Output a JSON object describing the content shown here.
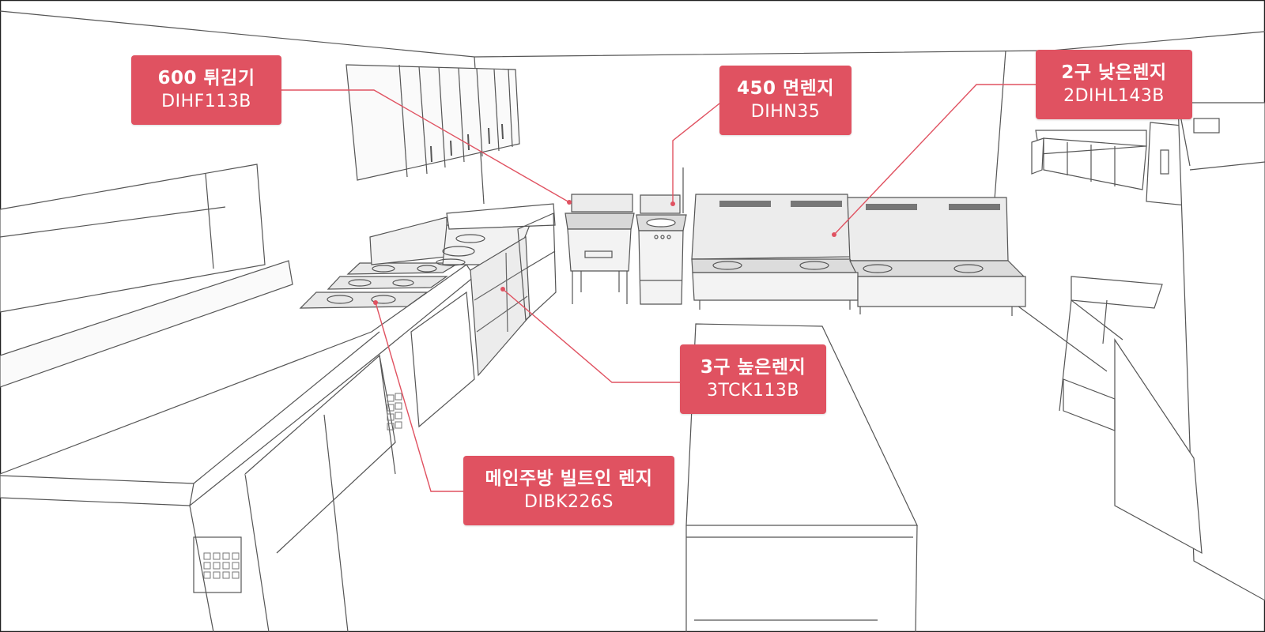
{
  "theme": {
    "accent": "#e05261",
    "line": "#555555",
    "frame": "#1f1f1f"
  },
  "callouts": [
    {
      "id": "fryer",
      "name": "600 튀김기",
      "model": "DIHF113B"
    },
    {
      "id": "noodle-range",
      "name": "450 면렌지",
      "model": "DIHN35"
    },
    {
      "id": "low-range-2burner",
      "name": "2구 낮은렌지",
      "model": "2DIHL143B"
    },
    {
      "id": "high-range-3burner",
      "name": "3구 높은렌지",
      "model": "3TCK113B"
    },
    {
      "id": "builtin-range",
      "name": "메인주방 빌트인 렌지",
      "model": "DIBK226S"
    }
  ]
}
